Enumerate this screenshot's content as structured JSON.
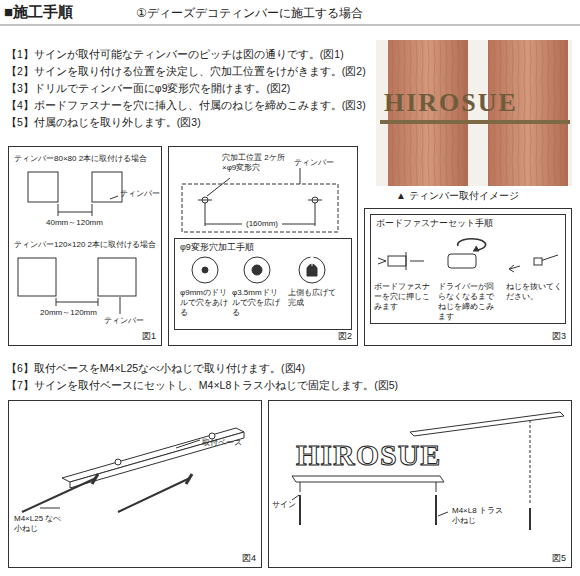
{
  "diagram": {
    "title": "■施工手順",
    "nodes": [
      {
        "text": [
          "図1"
        ]
      },
      {
        "text": [
          "図2"
        ]
      },
      {
        "text": [
          "φ9変形穴加工手順"
        ],
        "in": 1
      },
      {
        "text": [
          "図3"
        ]
      },
      {
        "text": [
          "ボードファスナーセット手順"
        ],
        "in": 3
      },
      {
        "text": [
          "図4"
        ]
      },
      {
        "text": [
          "図5"
        ]
      }
    ],
    "labels": [
      "①ディーズデコティンバーに施工する場合",
      "【1】サインが取付可能なティンバーのピッチは図の通りです。(図1)",
      "【2】サインを取り付ける位置を決定し、穴加工位置をけがきます。(図2)",
      "【3】ドリルでティンバー面にφ9変形穴を開けます。(図2)",
      "【4】ボードファスナーを穴に挿入し、付属のねじを締めこみます。(図3)",
      "【5】付属のねじを取り外します。(図3)",
      "HIROSUE",
      "▲ ティンバー取付イメージ",
      "ティンバー80×80 2本に取付ける場合",
      "ティンバー",
      "40mm～120mm",
      "ティンバー120×120 2本に取付ける場合",
      "ティンバー",
      "20mm～120mm",
      "穴加工位置 2ケ所×φ9変形穴",
      "ティンバー",
      "(160mm)",
      "φ9mmのドリルで穴をあける",
      "φ3.5mmドリルで穴を広げる",
      "上側も広げて完成",
      "ボードファスナーを穴に押しこみます",
      "ドライバーが回らなくなるまでねじを締めこみます",
      "ねじを抜いてください。",
      "【6】取付ベースをM4×L25なべ小ねじで取り付けます。(図4)",
      "【7】サインを取付ベースにセットし、M4×L8トラス小ねじで固定します。(図5)",
      "取付ベース",
      "M4×L25 なべ小ねじ",
      "HIROSUE",
      "サイン",
      "M4×L8 トラス小ねじ"
    ]
  }
}
